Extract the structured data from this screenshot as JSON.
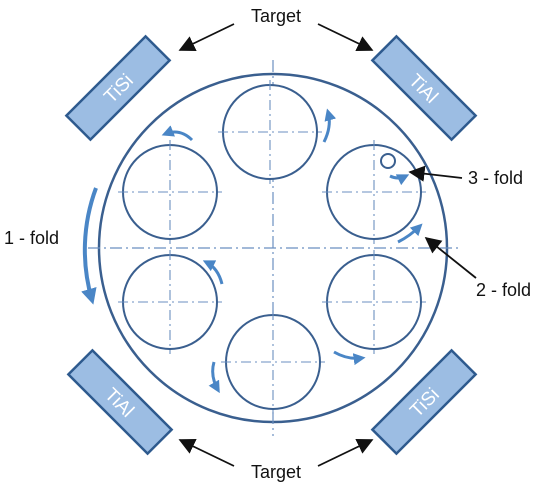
{
  "labels": {
    "target_top": "Target",
    "target_bottom": "Target",
    "one_fold": "1 - fold",
    "two_fold": "2 - fold",
    "three_fold": "3 - fold"
  },
  "targets": {
    "top_left": "TiSi",
    "top_right": "TiAl",
    "bottom_left": "TiAl",
    "bottom_right": "TiSi"
  },
  "colors": {
    "outline": "#3a5f8f",
    "target_fill": "#9cbde3",
    "target_stroke": "#2e5a8e",
    "arrow_blue": "#4a86c6",
    "dash": "#6b8fc0"
  }
}
